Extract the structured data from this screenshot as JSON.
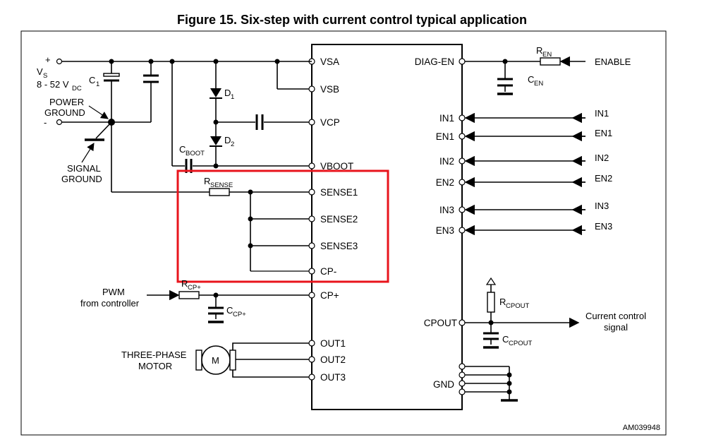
{
  "title": "Figure 15. Six-step with current control typical application",
  "figure_id": "AM039948",
  "highlight_color": "#e8141c",
  "left_pins": [
    "VSA",
    "VSB",
    "VCP",
    "VBOOT",
    "SENSE1",
    "SENSE2",
    "SENSE3",
    "CP-",
    "CP+",
    "OUT1",
    "OUT2",
    "OUT3"
  ],
  "right_pins": [
    "DIAG-EN",
    "IN1",
    "EN1",
    "IN2",
    "EN2",
    "IN3",
    "EN3",
    "CPOUT",
    "GND"
  ],
  "supply": {
    "plus": "+",
    "minus": "-",
    "vs": "V",
    "vs_sub": "S",
    "range": "8 - 52 V",
    "range_sub": "DC"
  },
  "labels": {
    "c1": "C",
    "c1_sub": "1",
    "power_ground_1": "POWER",
    "power_ground_2": "GROUND",
    "signal_ground_1": "SIGNAL",
    "signal_ground_2": "GROUND",
    "d1": "D",
    "d1_sub": "1",
    "d2": "D",
    "d2_sub": "2",
    "cboot": "C",
    "cboot_sub": "BOOT",
    "rsense": "R",
    "rsense_sub": "SENSE",
    "pwm_1": "PWM",
    "pwm_2": "from controller",
    "rcp": "R",
    "rcp_sub": "CP+",
    "ccp": "C",
    "ccp_sub": "CP+",
    "motor_1": "THREE-PHASE",
    "motor_2": "MOTOR",
    "motor_symbol": "M",
    "ren": "R",
    "ren_sub": "EN",
    "cen": "C",
    "cen_sub": "EN",
    "enable": "ENABLE",
    "in1": "IN1",
    "en1": "EN1",
    "in2": "IN2",
    "en2": "EN2",
    "in3": "IN3",
    "en3": "EN3",
    "rcpout": "R",
    "rcpout_sub": "CPOUT",
    "ccpout": "C",
    "ccpout_sub": "CPOUT",
    "current_1": "Current control",
    "current_2": "signal"
  }
}
